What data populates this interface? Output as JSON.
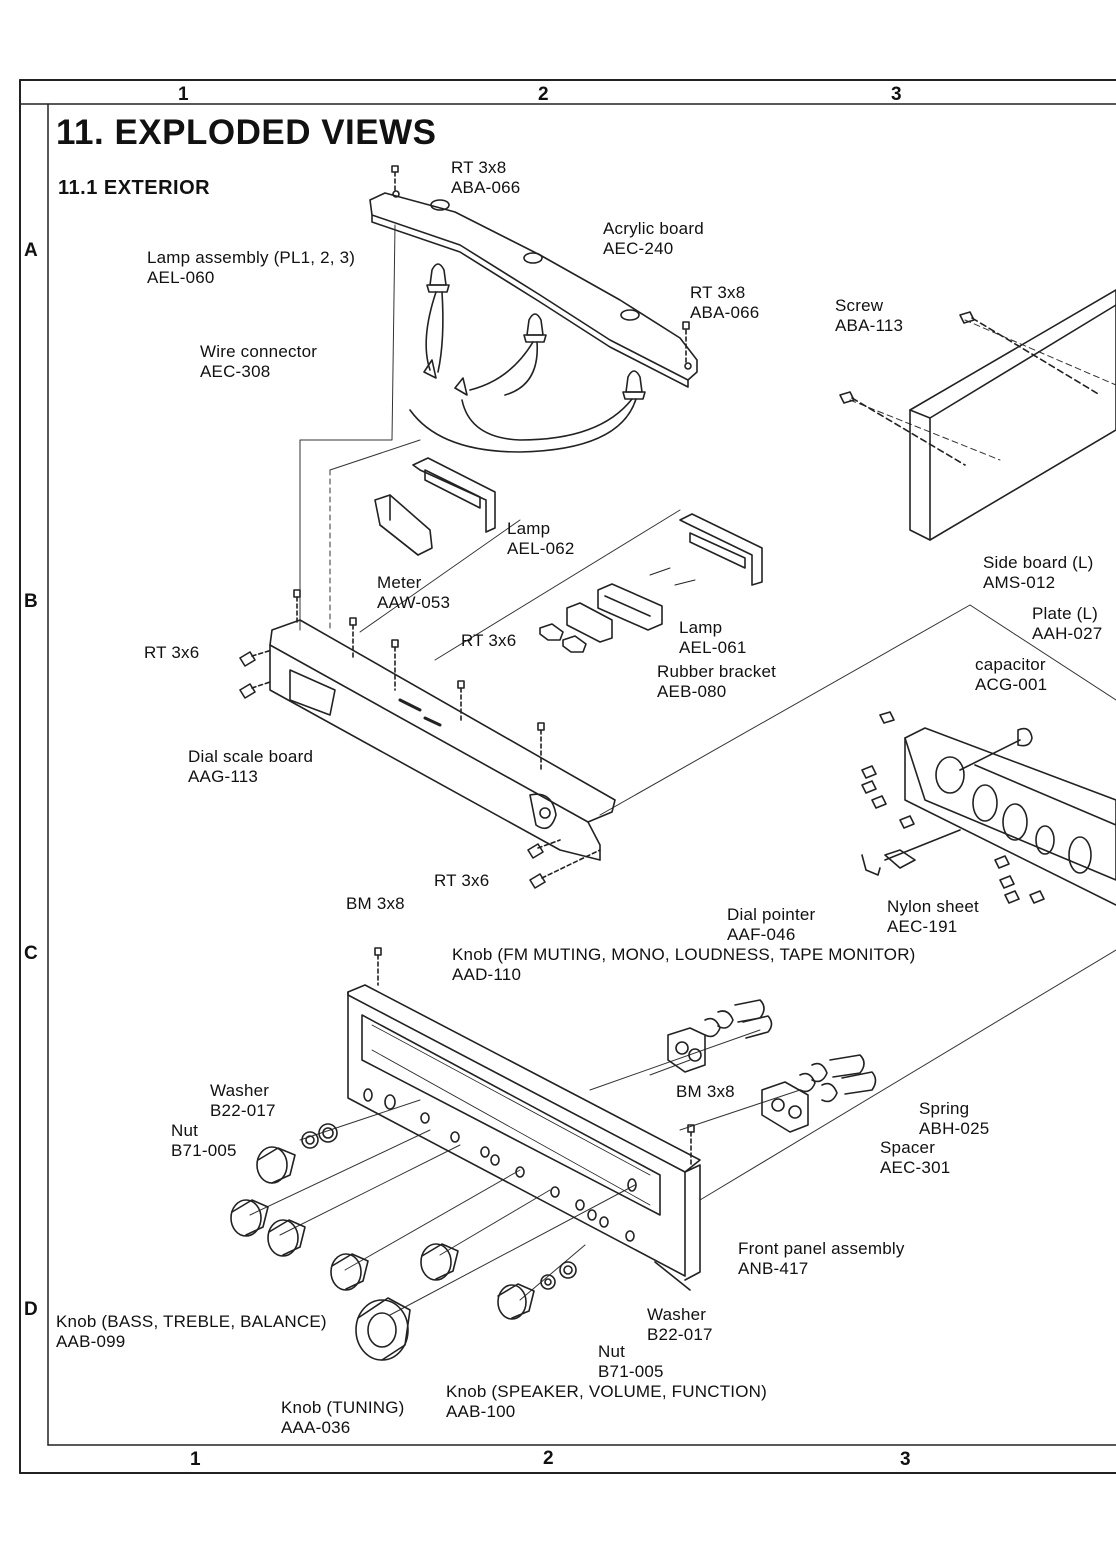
{
  "title": "11. EXPLODED VIEWS",
  "section": "11.1 EXTERIOR",
  "grid": {
    "columns_top": [
      "1",
      "2",
      "3"
    ],
    "columns_bottom": [
      "1",
      "2",
      "3"
    ],
    "rows": [
      "A",
      "B",
      "C",
      "D"
    ]
  },
  "parts": {
    "rt3x8_top": [
      "RT 3x8",
      "ABA-066"
    ],
    "acrylic_board": [
      "Acrylic board",
      "AEC-240"
    ],
    "lamp_assembly": [
      "Lamp assembly (PL1, 2, 3)",
      "AEL-060"
    ],
    "rt3x8_right": [
      "RT 3x8",
      "ABA-066"
    ],
    "screw": [
      "Screw",
      "ABA-113"
    ],
    "wire_connector": [
      "Wire connector",
      "AEC-308"
    ],
    "lamp_062": [
      "Lamp",
      "AEL-062"
    ],
    "meter": [
      "Meter",
      "AAW-053"
    ],
    "side_board": [
      "Side board (L)",
      "AMS-012"
    ],
    "plate": [
      "Plate (L)",
      "AAH-027"
    ],
    "rt3x6_left": [
      "RT 3x6"
    ],
    "rt3x6_mid": [
      "RT 3x6"
    ],
    "lamp_061": [
      "Lamp",
      "AEL-061"
    ],
    "rubber_bracket": [
      "Rubber bracket",
      "AEB-080"
    ],
    "capacitor": [
      "capacitor",
      "ACG-001"
    ],
    "dial_scale": [
      "Dial scale board",
      "AAG-113"
    ],
    "rt3x6_bottom": [
      "RT 3x6"
    ],
    "bm3x8_top": [
      "BM 3x8"
    ],
    "dial_pointer": [
      "Dial pointer",
      "AAF-046"
    ],
    "nylon_sheet": [
      "Nylon sheet",
      "AEC-191"
    ],
    "knob_fm": [
      "Knob (FM MUTING, MONO, LOUDNESS, TAPE MONITOR)",
      "AAD-110"
    ],
    "washer_left": [
      "Washer",
      "B22-017"
    ],
    "nut_left": [
      "Nut",
      "B71-005"
    ],
    "bm3x8_mid": [
      "BM 3x8"
    ],
    "spring": [
      "Spring",
      "ABH-025"
    ],
    "spacer": [
      "Spacer",
      "AEC-301"
    ],
    "front_panel": [
      "Front panel assembly",
      "ANB-417"
    ],
    "knob_bass": [
      "Knob (BASS, TREBLE, BALANCE)",
      "AAB-099"
    ],
    "washer_right": [
      "Washer",
      "B22-017"
    ],
    "nut_right": [
      "Nut",
      "B71-005"
    ],
    "knob_speaker": [
      "Knob (SPEAKER, VOLUME, FUNCTION)",
      "AAB-100"
    ],
    "knob_tuning": [
      "Knob (TUNING)",
      "AAA-036"
    ]
  }
}
